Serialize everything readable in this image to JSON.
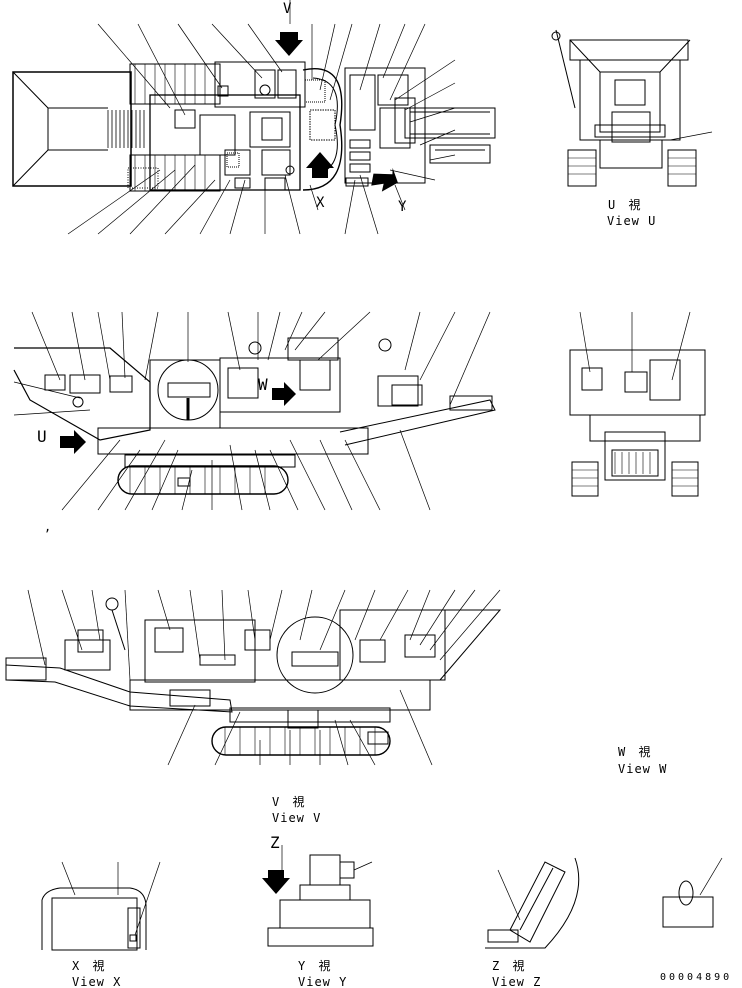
{
  "views": {
    "u": {
      "jp": "U 視",
      "en": "View U"
    },
    "v": {
      "jp": "V 視",
      "en": "View V"
    },
    "w": {
      "jp": "W 視",
      "en": "View W"
    },
    "x": {
      "jp": "X 視",
      "en": "View X"
    },
    "y": {
      "jp": "Y 視",
      "en": "View Y"
    },
    "z": {
      "jp": "Z 視",
      "en": "View Z"
    }
  },
  "markers": {
    "v": "V",
    "u": "U",
    "w": "W",
    "x": "X",
    "y": "Y",
    "z": "Z",
    "tick": ","
  },
  "part_code": "00004890",
  "colors": {
    "ink": "#000000",
    "paper": "#ffffff"
  }
}
